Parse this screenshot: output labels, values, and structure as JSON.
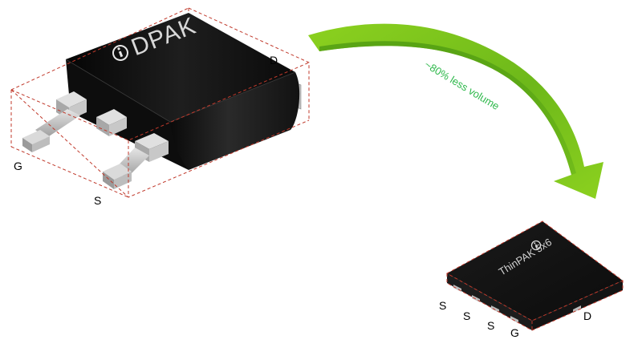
{
  "dpak": {
    "package_text": "DPAK",
    "pins": {
      "drain": "D",
      "gate": "G",
      "source": "S"
    }
  },
  "thinpak": {
    "package_text": "ThinPAK 5x6",
    "pins": {
      "sources": [
        "S",
        "S",
        "S"
      ],
      "gate": "G",
      "drain": "D"
    }
  },
  "arrow": {
    "label": "~80% less volume"
  },
  "colors": {
    "accent_green": "#2DB84A",
    "arrow_light": "#8CD11F",
    "arrow_dark": "#4E9A12",
    "bounding_box": "#C0392B",
    "package_body": "#111111",
    "lead_metal": "#BDBDBD"
  },
  "icons": [
    "infineon-logo-icon"
  ]
}
